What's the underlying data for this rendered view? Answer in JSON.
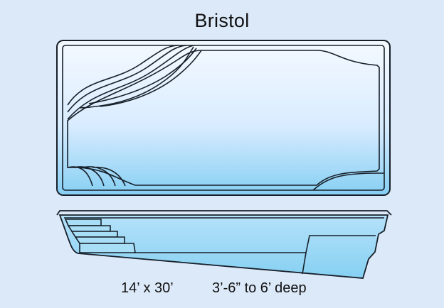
{
  "title": "Bristol",
  "size": "14’ x 30’",
  "depth": "3’-6” to 6’ deep",
  "colors": {
    "background": "#dce9f8",
    "pool_light": "#e8f3ff",
    "pool_deep": "#8dd6f5",
    "water": "#8fd4f4",
    "outline": "#17202a"
  }
}
